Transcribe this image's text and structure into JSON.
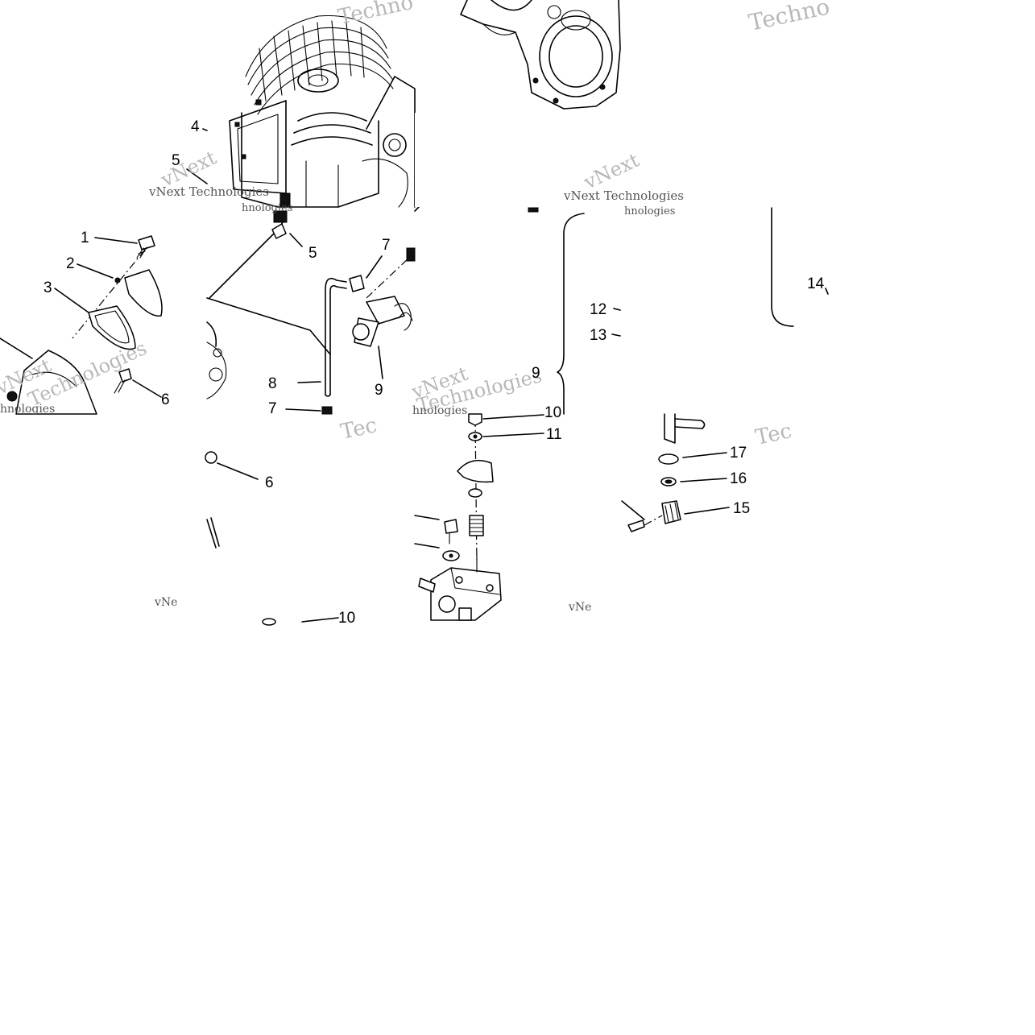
{
  "watermark": {
    "brand": "vNext",
    "word": "Technologies",
    "full": "vNext Technologies",
    "frag_tec": "Tec",
    "frag_techno": "Techno",
    "frag_hnologies": "hnologies",
    "frag_ne": "vNe"
  },
  "callouts": {
    "c1": "1",
    "c2": "2",
    "c3": "3",
    "c4": "4",
    "c5a": "5",
    "c5b": "5",
    "c6a": "6",
    "c6b": "6",
    "c7a": "7",
    "c7b": "7",
    "c8": "8",
    "c9a": "9",
    "c9b": "9",
    "c10a": "10",
    "c10b": "10",
    "c11": "11",
    "c12": "12",
    "c13": "13",
    "c14": "14",
    "c15": "15",
    "c16": "16",
    "c17": "17"
  },
  "colors": {
    "line": "#000000",
    "watermark": "#b8b8b8",
    "background": "#ffffff"
  }
}
